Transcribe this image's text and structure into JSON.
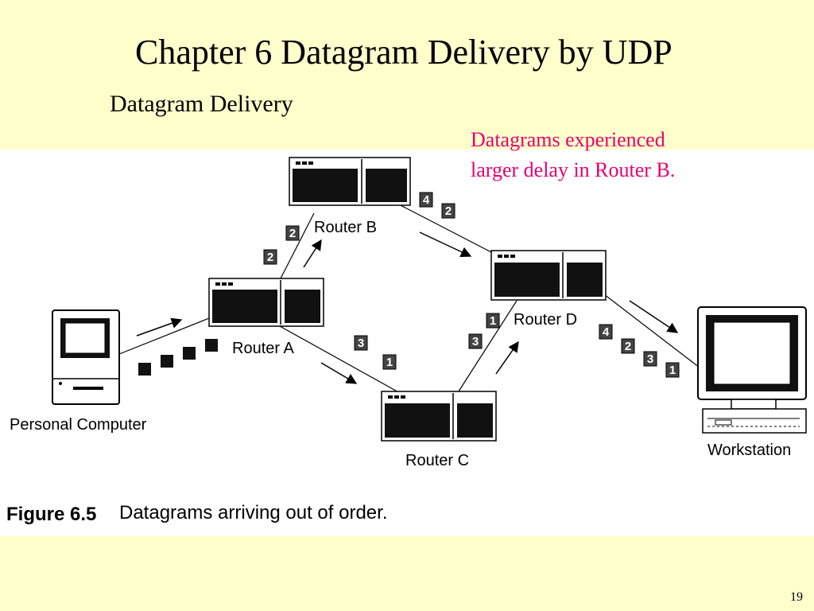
{
  "slide": {
    "title": "Chapter 6 Datagram Delivery by UDP",
    "subtitle": "Datagram Delivery",
    "callout_lines": [
      "Datagrams experienced",
      "larger delay in Router B."
    ],
    "page_number": "19"
  },
  "figure": {
    "caption_label": "Figure 6.5",
    "caption_text": "Datagrams arriving out of order.",
    "nodes": {
      "pc": "Personal Computer",
      "router_a": "Router A",
      "router_b": "Router B",
      "router_c": "Router C",
      "router_d": "Router D",
      "workstation": "Workstation"
    },
    "packets": {
      "a_to_b": [
        "2",
        "2"
      ],
      "b_to_d": [
        "4",
        "2"
      ],
      "a_to_c": [
        "3",
        "1"
      ],
      "c_to_d": [
        "3",
        "1"
      ],
      "d_to_ws": [
        "4",
        "2",
        "3",
        "1"
      ]
    }
  },
  "colors": {
    "background": "#FFFFCC",
    "figure_background": "#FFFFFF",
    "callout": "#E8006E"
  }
}
